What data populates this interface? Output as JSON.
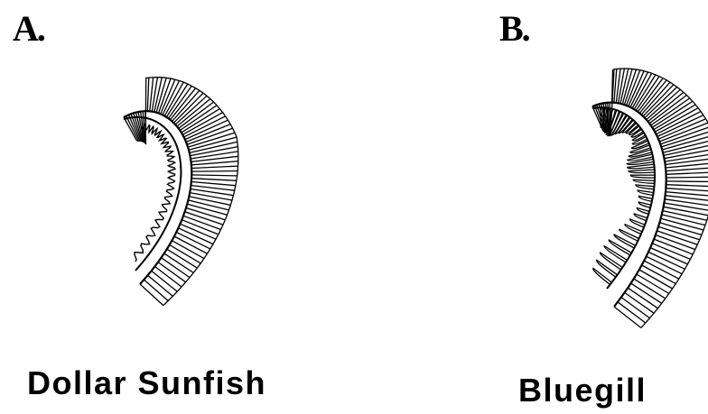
{
  "panels": [
    {
      "letter": "A.",
      "species": "Dollar Sunfish"
    },
    {
      "letter": "B.",
      "species": "Bluegill"
    }
  ]
}
